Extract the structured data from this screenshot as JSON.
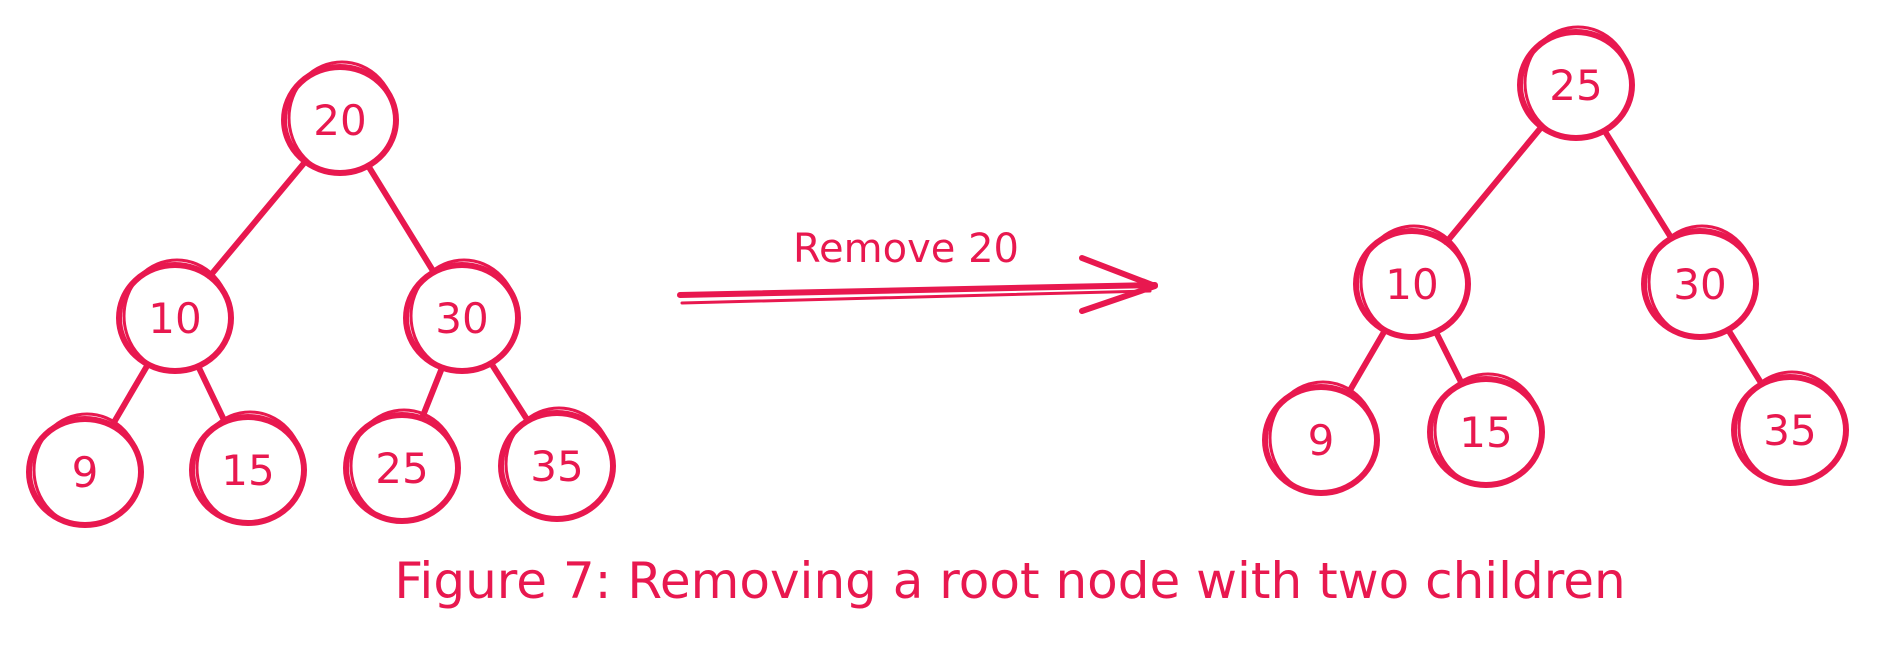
{
  "colors": {
    "ink": "#e8184f",
    "background": "#ffffff"
  },
  "before_tree": {
    "nodes": [
      {
        "id": "b20",
        "label": "20"
      },
      {
        "id": "b10",
        "label": "10"
      },
      {
        "id": "b30",
        "label": "30"
      },
      {
        "id": "b9",
        "label": "9"
      },
      {
        "id": "b15",
        "label": "15"
      },
      {
        "id": "b25",
        "label": "25"
      },
      {
        "id": "b35",
        "label": "35"
      }
    ],
    "edges": [
      [
        "b20",
        "b10"
      ],
      [
        "b20",
        "b30"
      ],
      [
        "b10",
        "b9"
      ],
      [
        "b10",
        "b15"
      ],
      [
        "b30",
        "b25"
      ],
      [
        "b30",
        "b35"
      ]
    ]
  },
  "arrow": {
    "label": "Remove 20"
  },
  "after_tree": {
    "nodes": [
      {
        "id": "a25",
        "label": "25"
      },
      {
        "id": "a10",
        "label": "10"
      },
      {
        "id": "a30",
        "label": "30"
      },
      {
        "id": "a9",
        "label": "9"
      },
      {
        "id": "a15",
        "label": "15"
      },
      {
        "id": "a35",
        "label": "35"
      }
    ],
    "edges": [
      [
        "a25",
        "a10"
      ],
      [
        "a25",
        "a30"
      ],
      [
        "a10",
        "a9"
      ],
      [
        "a10",
        "a15"
      ],
      [
        "a30",
        "a35"
      ]
    ]
  },
  "caption": "Figure 7: Removing a root node with two children"
}
